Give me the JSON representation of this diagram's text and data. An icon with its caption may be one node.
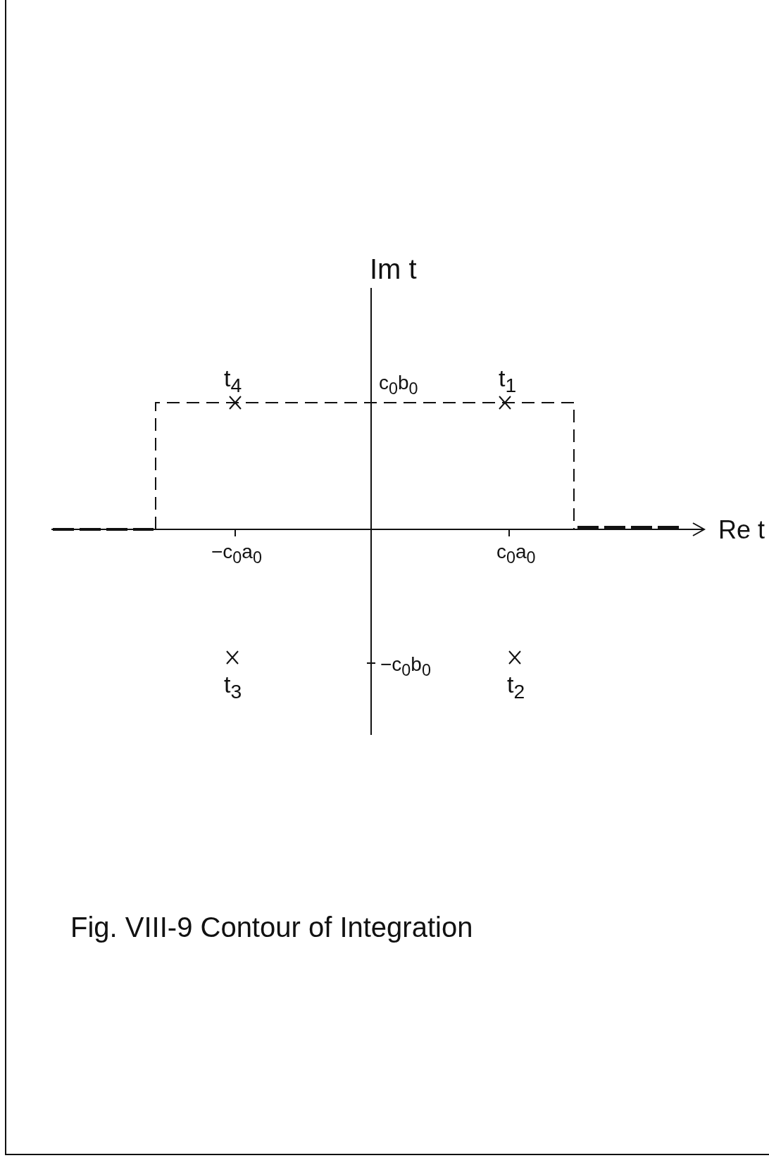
{
  "diagram": {
    "caption": "Fig. VIII-9 Contour of Integration",
    "labels": [
      "Im t",
      "t$_{4}$",
      "c$_{0}$b$_{0}$",
      "t$_{1}$",
      "Re t",
      "−c$_{0}$a$_{0}$",
      "c$_{0}$a$_{0}$",
      "−c$_{0}$b$_{0}$",
      "t$_{3}$",
      "t$_{2}$"
    ]
  }
}
